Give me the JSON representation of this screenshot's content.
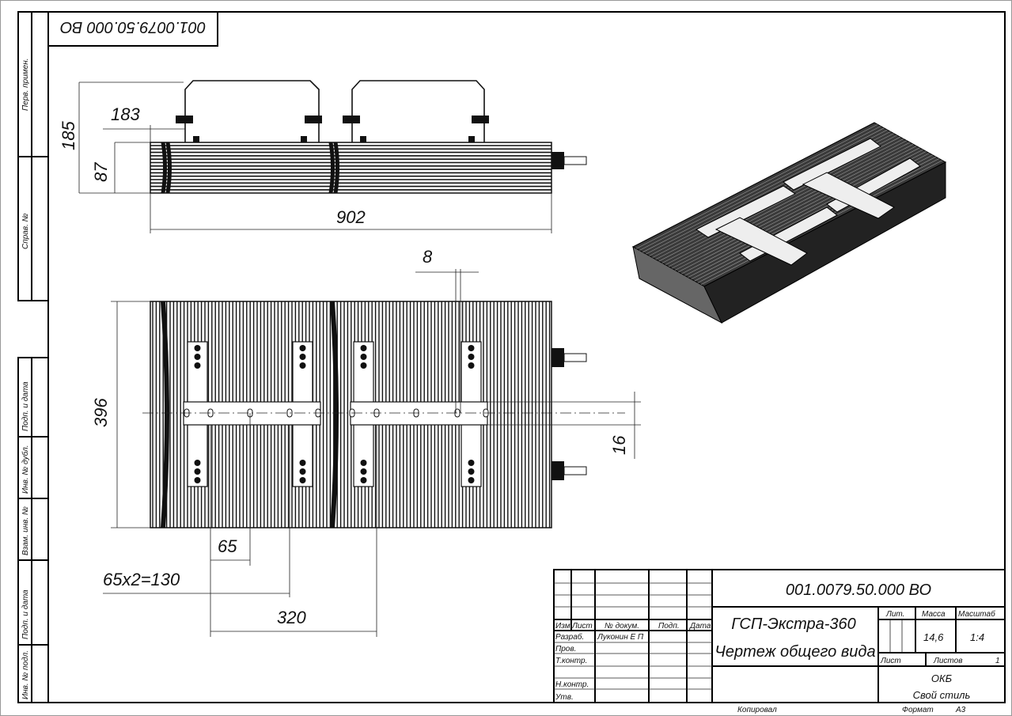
{
  "stamp_rotated": "001.0079.50.000 ВО",
  "side_strip": {
    "upper": [
      "Перв. примен.",
      "Справ. №"
    ],
    "lower": [
      "Подп. и дата",
      "Инв. № дубл.",
      "Взам. инв. №",
      "Подп. и дата",
      "Инв. № подл."
    ]
  },
  "dimensions": {
    "bracket_offset": "183",
    "total_height": "185",
    "body_height": "87",
    "length": "902",
    "slot_width": "8",
    "width": "396",
    "bar_width": "16",
    "hole_pitch": "65",
    "hole_pitch_double": "65x2=130",
    "bracket_spacing": "320"
  },
  "title_block": {
    "designation": "001.0079.50.000 ВО",
    "product_name": "ГСП-Экстра-360",
    "document_type": "Чертеж общего вида",
    "headers": {
      "izm": "Изм",
      "list": "Лист",
      "doc_no": "№ докум.",
      "sign": "Подп.",
      "date": "Дата"
    },
    "roles": [
      "Разраб.",
      "Пров.",
      "Т.контр.",
      "Н.контр.",
      "Утв."
    ],
    "developer": "Луконин Е П",
    "lit_label": "Лит.",
    "mass_label": "Масса",
    "scale_label": "Масштаб",
    "mass": "14,6",
    "scale": "1:4",
    "sheet_label": "Лист",
    "sheets_label": "Листов",
    "sheets": "1",
    "org_line1": "ОКБ",
    "org_line2": "Свой стиль",
    "copied": "Копировал",
    "format_label": "Формат",
    "format": "А3"
  }
}
